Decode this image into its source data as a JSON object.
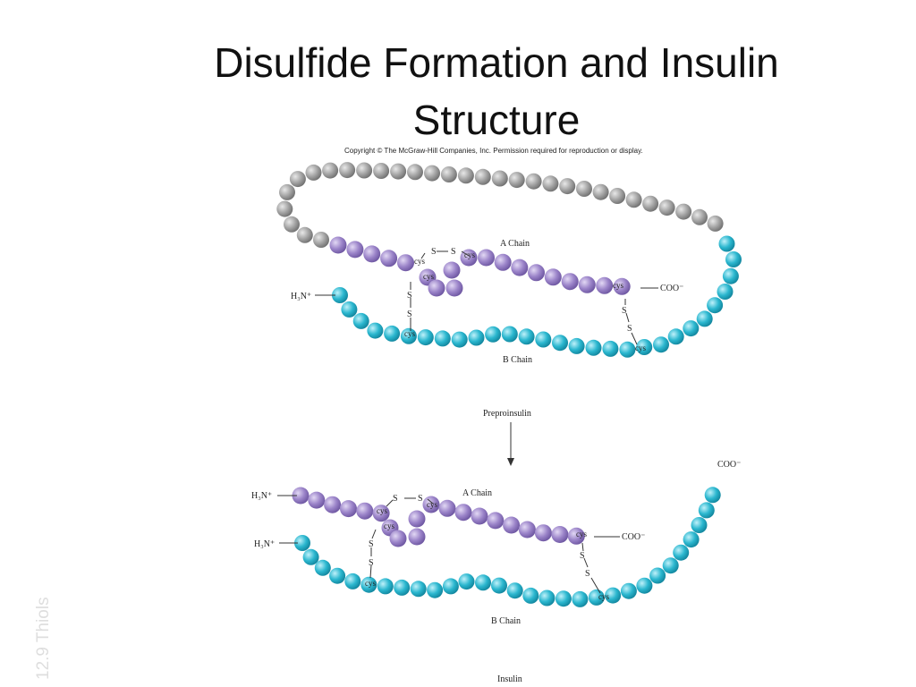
{
  "slide": {
    "title_line1": "Disulfide Formation and Insulin",
    "title_line2": "Structure",
    "copyright": "Copyright © The McGraw-Hill Companies, Inc. Permission required for reproduction or display.",
    "side_label": "12.9 Thiols"
  },
  "diagram": {
    "colors": {
      "connecting_peptide": "#a4a4a4",
      "a_chain": "#9b84c9",
      "b_chain": "#2bb7cf"
    },
    "labels": {
      "a_chain": "A Chain",
      "b_chain": "B Chain",
      "amino": "H₃N⁺",
      "carboxyl": "COO⁻",
      "cys": "cys",
      "sulfur": "S",
      "step": "Preproinsulin",
      "product": "Insulin"
    }
  }
}
